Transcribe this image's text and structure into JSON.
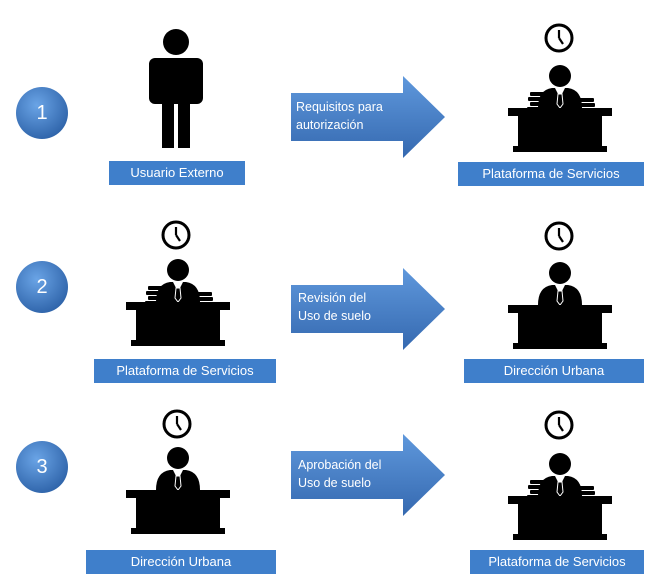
{
  "steps": [
    {
      "number": "1",
      "left_label": "Usuario Externo",
      "arrow_text": [
        "Requisitos para",
        "autorización"
      ],
      "right_label": "Plataforma de Servicios"
    },
    {
      "number": "2",
      "left_label": "Plataforma de Servicios",
      "arrow_text": [
        "Revisión del",
        "Uso de suelo"
      ],
      "right_label": "Dirección Urbana"
    },
    {
      "number": "3",
      "left_label": "Dirección Urbana",
      "arrow_text": [
        "Aprobación del",
        "Uso de suelo"
      ],
      "right_label": "Plataforma de Servicios"
    }
  ],
  "icons": {
    "user": "person-icon",
    "clerk_with_papers": "clerk-with-papers-icon",
    "clerk": "clerk-at-desk-icon",
    "clock": "clock-icon"
  },
  "colors": {
    "circle": "#3a78c3",
    "arrow": "#4a86cf",
    "label_bg": "#3f7fcb",
    "figure": "#000000"
  }
}
